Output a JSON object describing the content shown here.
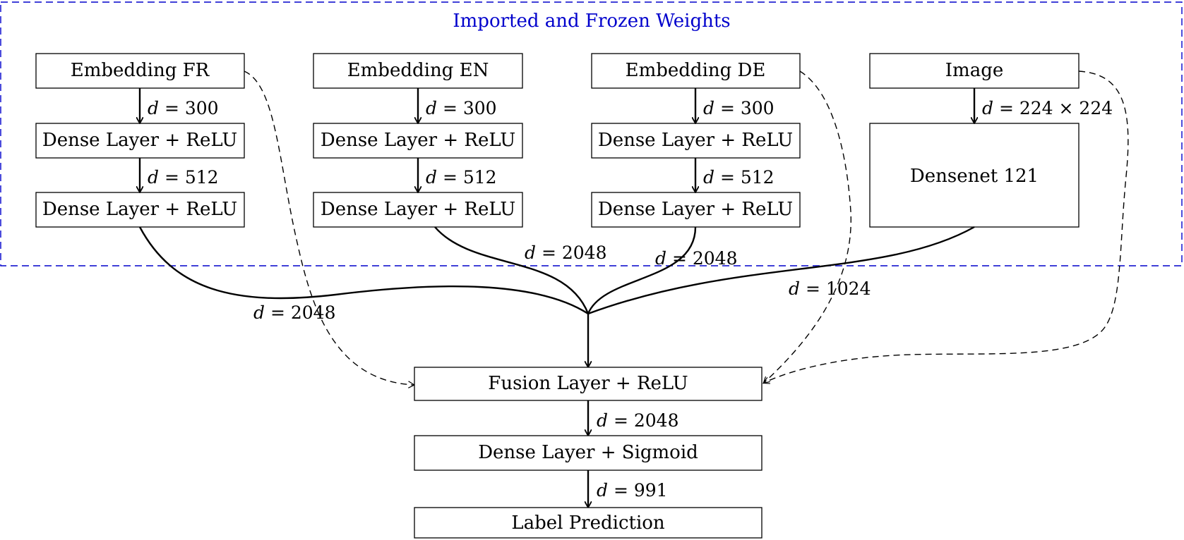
{
  "frozen_region": {
    "title": "Imported and Frozen Weights",
    "color": "#0000cc"
  },
  "columns": [
    {
      "input": "Embedding FR",
      "layer1": "Dense Layer + ReLU",
      "layer2": "Dense Layer + ReLU",
      "edge1": "300",
      "edge2": "512",
      "out": "2048"
    },
    {
      "input": "Embedding EN",
      "layer1": "Dense Layer + ReLU",
      "layer2": "Dense Layer + ReLU",
      "edge1": "300",
      "edge2": "512",
      "out": "2048"
    },
    {
      "input": "Embedding DE",
      "layer1": "Dense Layer + ReLU",
      "layer2": "Dense Layer + ReLU",
      "edge1": "300",
      "edge2": "512",
      "out": "2048"
    }
  ],
  "image": {
    "input": "Image",
    "net": "Densenet 121",
    "edge": "224 × 224",
    "out": "1024"
  },
  "head": {
    "fusion": "Fusion Layer + ReLU",
    "dense": "Dense Layer + Sigmoid",
    "prediction": "Label Prediction",
    "edge_fusion": "2048",
    "edge_dense": "991"
  },
  "d_symbol": "d"
}
